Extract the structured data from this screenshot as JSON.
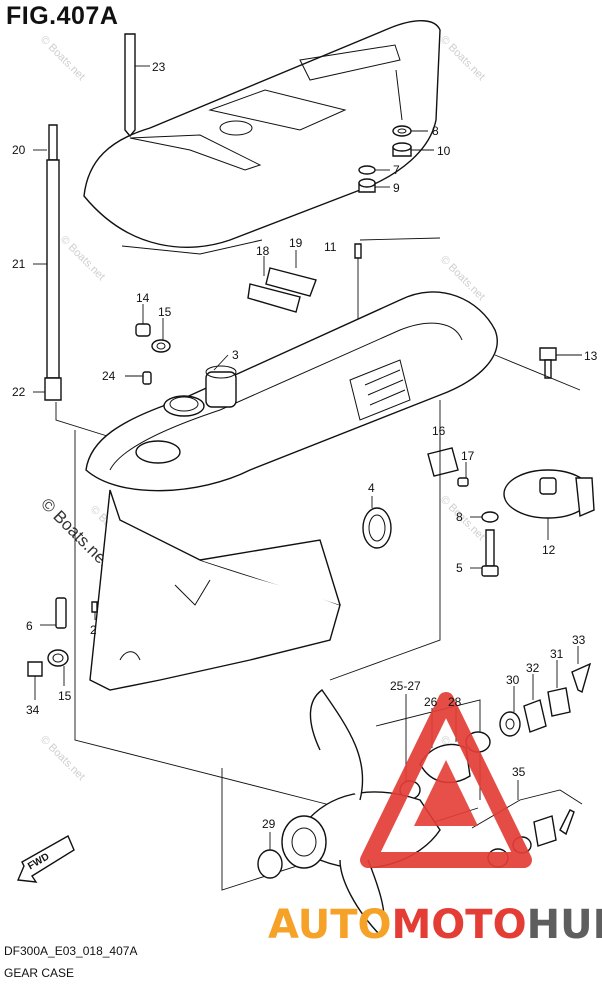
{
  "figure": {
    "title": "FIG.407A",
    "model_code": "DF300A_E03_018_407A",
    "section_name": "GEAR CASE"
  },
  "watermark": {
    "text": "© Boats.net"
  },
  "logo": {
    "part_a": "AUTO",
    "part_b": "MOTO",
    "part_c": "HUB",
    "colors": {
      "red": "#e33d35",
      "orange": "#f6a228",
      "gray": "#5e5e5e"
    }
  },
  "direction_marker": {
    "label": "FWD"
  },
  "callouts": [
    "23",
    "8",
    "10",
    "7",
    "9",
    "20",
    "21",
    "22",
    "18",
    "19",
    "11",
    "14",
    "15",
    "3",
    "24",
    "13",
    "16",
    "17",
    "4",
    "8",
    "5",
    "12",
    "6",
    "2",
    "15",
    "34",
    "33",
    "25-27",
    "30",
    "32",
    "31",
    "26",
    "28",
    "35",
    "29"
  ]
}
